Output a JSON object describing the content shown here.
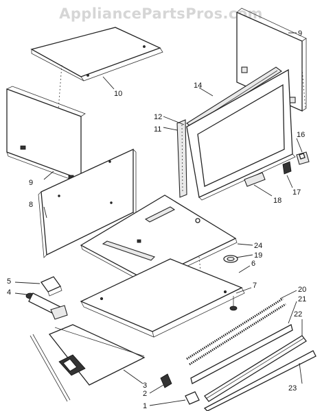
{
  "watermark": "AppliancePartsPros.com",
  "callouts": {
    "c1": "1",
    "c2": "2",
    "c3": "3",
    "c4": "4",
    "c5": "5",
    "c6": "6",
    "c7": "7",
    "c8": "8",
    "c9a": "9",
    "c9b": "9",
    "c10": "10",
    "c11": "11",
    "c12": "12",
    "c14": "14",
    "c16": "16",
    "c17": "17",
    "c18": "18",
    "c19": "19",
    "c20": "20",
    "c21": "21",
    "c22": "22",
    "c23": "23",
    "c24": "24"
  }
}
